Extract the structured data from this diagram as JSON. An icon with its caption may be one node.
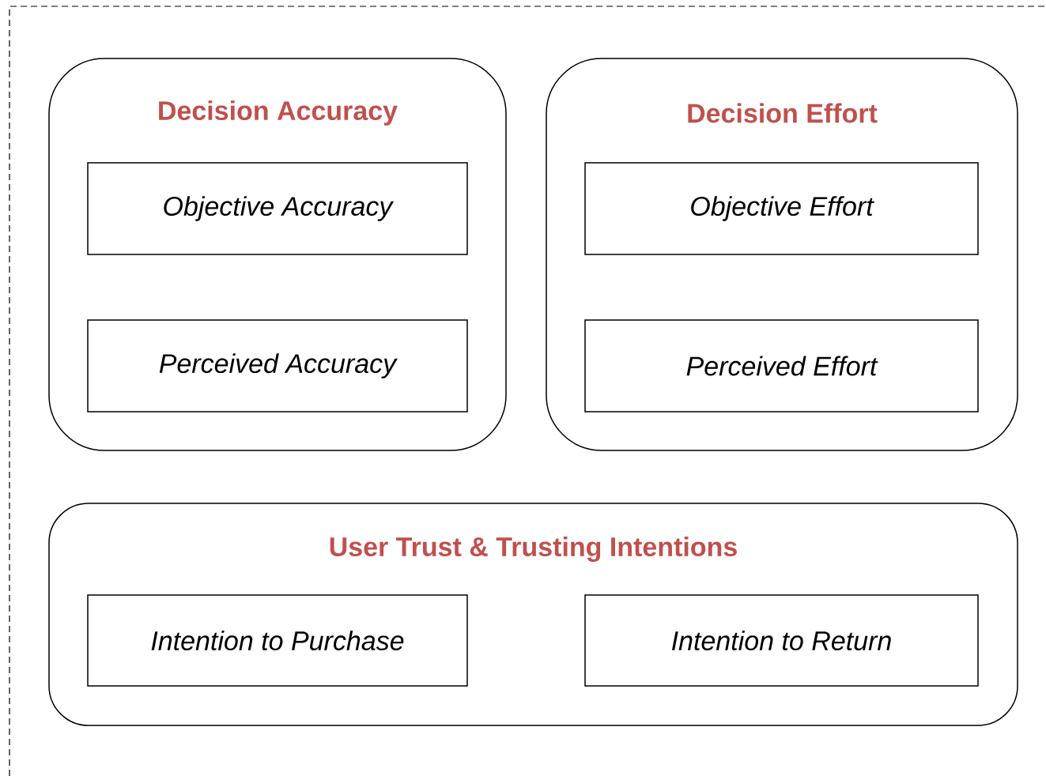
{
  "diagram": {
    "nodes": [
      {
        "text": [
          "Decision Accuracy"
        ]
      },
      {
        "text": [
          "Objective Accuracy"
        ],
        "in": 0
      },
      {
        "text": [
          "Perceived Accuracy"
        ],
        "in": 0
      },
      {
        "text": [
          "Decision Effort"
        ]
      },
      {
        "text": [
          "Objective Effort"
        ],
        "in": 3
      },
      {
        "text": [
          "Perceived Effort"
        ],
        "in": 3
      },
      {
        "text": [
          "User Trust & Trusting Intentions"
        ]
      },
      {
        "text": [
          "Intention to Purchase"
        ],
        "in": 6
      },
      {
        "text": [
          "Intention to Return"
        ],
        "in": 6
      }
    ]
  }
}
